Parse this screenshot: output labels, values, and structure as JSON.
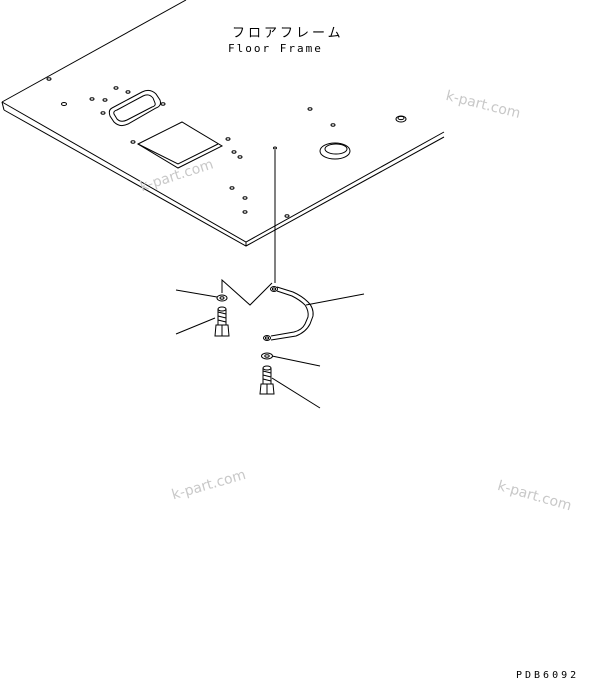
{
  "floor_frame": {
    "label_jp": "フロアフレーム",
    "label_en": "Floor Frame"
  },
  "watermarks": [
    "k-part.com",
    "k-part.com",
    "k-part.com",
    "k-part.com"
  ],
  "drawing_code": "PDB6092"
}
